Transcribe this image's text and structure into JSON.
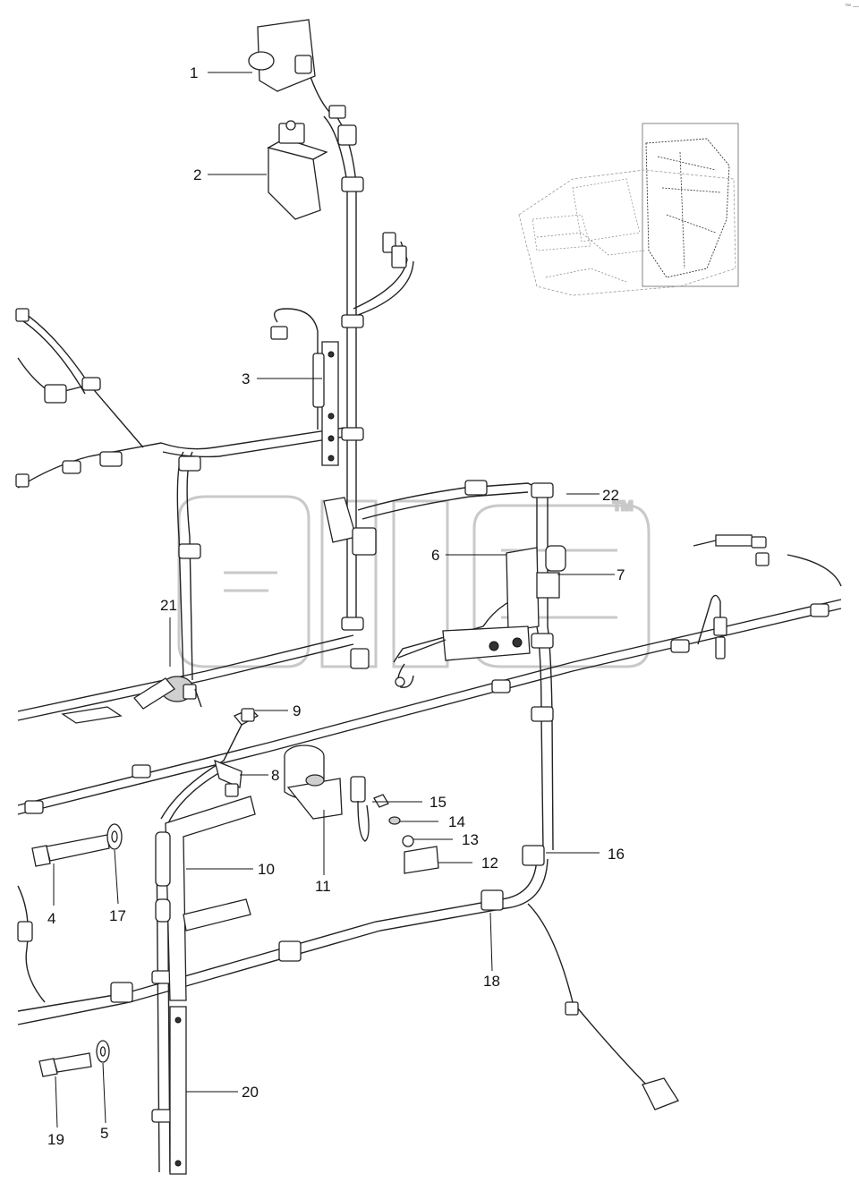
{
  "figure": {
    "watermark_mark": "™",
    "corner_code": "™ —"
  },
  "callouts": [
    {
      "id": "1",
      "label": "1"
    },
    {
      "id": "2",
      "label": "2"
    },
    {
      "id": "3",
      "label": "3"
    },
    {
      "id": "4",
      "label": "4"
    },
    {
      "id": "5",
      "label": "5"
    },
    {
      "id": "6",
      "label": "6"
    },
    {
      "id": "7",
      "label": "7"
    },
    {
      "id": "8",
      "label": "8"
    },
    {
      "id": "9",
      "label": "9"
    },
    {
      "id": "10",
      "label": "10"
    },
    {
      "id": "11",
      "label": "11"
    },
    {
      "id": "12",
      "label": "12"
    },
    {
      "id": "13",
      "label": "13"
    },
    {
      "id": "14",
      "label": "14"
    },
    {
      "id": "15",
      "label": "15"
    },
    {
      "id": "16",
      "label": "16"
    },
    {
      "id": "17",
      "label": "17"
    },
    {
      "id": "18",
      "label": "18"
    },
    {
      "id": "19",
      "label": "19"
    },
    {
      "id": "20",
      "label": "20"
    },
    {
      "id": "21",
      "label": "21"
    },
    {
      "id": "22",
      "label": "22"
    }
  ],
  "icons": {
    "overview": "machine-overview-icon",
    "watermark": "watermark-logo-icon"
  }
}
